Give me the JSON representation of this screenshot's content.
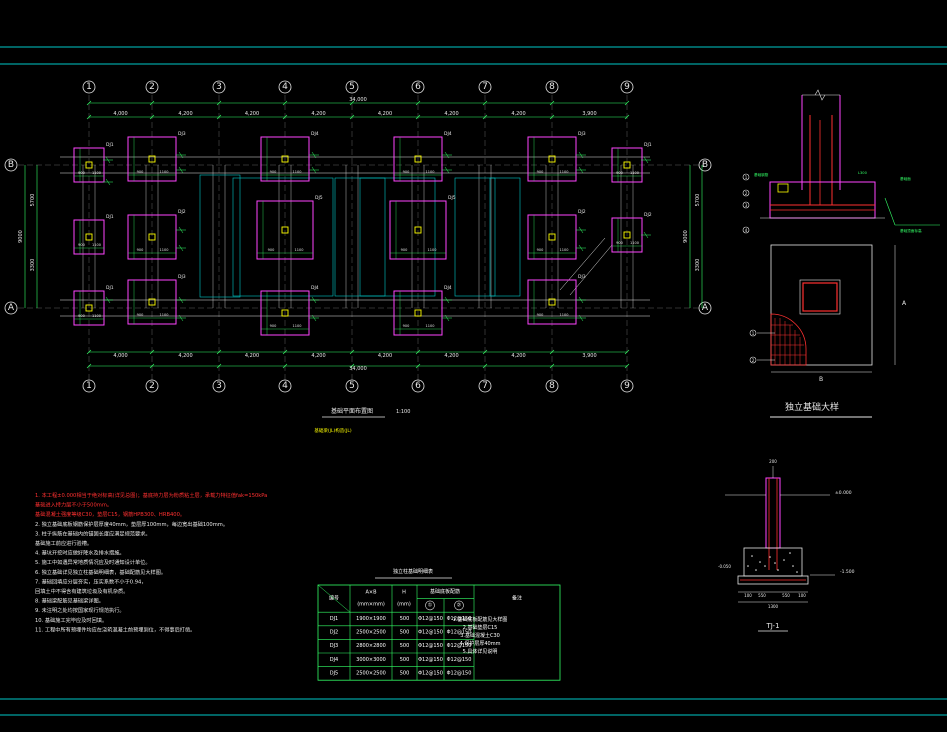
{
  "colors": {
    "background": "#000000",
    "frame": "#00c8c8",
    "footing": "#ff44ff",
    "column": "#ffff00",
    "rebar": "#ff3030",
    "dimension": "#33ff66",
    "beam": "#e8e8e8"
  },
  "grid": {
    "columns": [
      "1",
      "2",
      "3",
      "4",
      "5",
      "6",
      "7",
      "8",
      "9"
    ],
    "rows": [
      "B",
      "A"
    ]
  },
  "plan": {
    "overall_dim": "34,000",
    "bay_dims_top": [
      "4,000",
      "4,200",
      "4,200",
      "4,200",
      "4,200",
      "4,200",
      "4,200",
      "3,900"
    ],
    "bay_dims_bottom": [
      "4,000",
      "4,200",
      "4,200",
      "4,200",
      "4,200",
      "4,200",
      "4,200",
      "3,900"
    ],
    "left_total": "9000",
    "right_total": "9000",
    "side_dims_left": [
      "5700",
      "3300"
    ],
    "side_dims_right": [
      "5700",
      "3300"
    ],
    "footing_tags": [
      "DJ1",
      "DJ3",
      "DJ4",
      "DJ4",
      "DJ3",
      "DJ1",
      "DJ2",
      "DJ5",
      "DJ2"
    ],
    "footing_dims": [
      "900",
      "1100",
      "1400",
      "1500"
    ],
    "title": "基础平面布置图",
    "scale": "1:100",
    "subtitle": "基础梁(JL)构造(JL)"
  },
  "detail_top": {
    "title": "独立基础大样",
    "labels": {
      "left_dim": "A",
      "bottom_dim": "B",
      "callout1": "1",
      "callout2": "2",
      "callout3": "3",
      "callout4": "4"
    },
    "annotations": [
      "基础钢筋",
      "基础顶面标高",
      "L300",
      "基础面"
    ]
  },
  "notes": [
    "1. 本工程±0.000相当于绝对标高(详见总图)；基底持力层为粉质粘土层，承载力特征值fak=150kPa",
    "   基础进入持力层不小于500mm。",
    "   基础混凝土强度等级C30，垫层C15，钢筋HPB300、HRB400。",
    "2. 独立基础底板钢筋保护层厚度40mm，垫层厚100mm，每边宽出基础100mm。",
    "3. 柱子纵筋在基础内的锚固长度应满足规范要求。",
    "   基础施工前应进行验槽。",
    "4. 基坑开挖时应做好降水及排水措施。",
    "5. 施工中如遇异常地质情况应及时通知设计单位。",
    "6. 独立基础详见独立柱基础明细表，基础配筋见大样图。",
    "7. 基础回填应分层夯实，压实系数不小于0.94，",
    "   回填土中不得含有建筑垃圾及有机杂质。",
    "8. 基础梁配筋见基础梁详图。",
    "9. 未注明之处均按国家现行规范执行。",
    "10. 基础施工完毕应及时回填。",
    "11. 工程中所有预埋件均应在浇筑混凝土前预埋到位，不得事后打凿。"
  ],
  "table": {
    "title": "独立柱基础明细表",
    "headers": [
      "编号",
      "A×B",
      "H",
      "基础底板配筋",
      "备注"
    ],
    "subheaders": [
      "(mm×mm)",
      "(mm)",
      "①",
      "②"
    ],
    "rows": [
      [
        "DJ1",
        "1900×1900",
        "500",
        "Φ12@150",
        "Φ12@150"
      ],
      [
        "DJ2",
        "2500×2500",
        "500",
        "Φ12@150",
        "Φ12@150"
      ],
      [
        "DJ3",
        "2800×2800",
        "500",
        "Φ12@150",
        "Φ12@150"
      ],
      [
        "DJ4",
        "3000×3000",
        "500",
        "Φ12@150",
        "Φ12@150"
      ],
      [
        "DJ5",
        "2500×2500",
        "500",
        "Φ12@150",
        "Φ12@150"
      ]
    ],
    "remarks": [
      "1.基础底板配筋见大样图",
      "2.基础垫层C15",
      "3.基础混凝土C30",
      "4.保护层厚40mm",
      "5.具体详见说明"
    ]
  },
  "section": {
    "title": "TJ-1",
    "levels": [
      "±0.000",
      "-1.500",
      "-0.050"
    ],
    "dims": [
      "100",
      "550",
      "550",
      "100",
      "1300",
      "200"
    ]
  }
}
